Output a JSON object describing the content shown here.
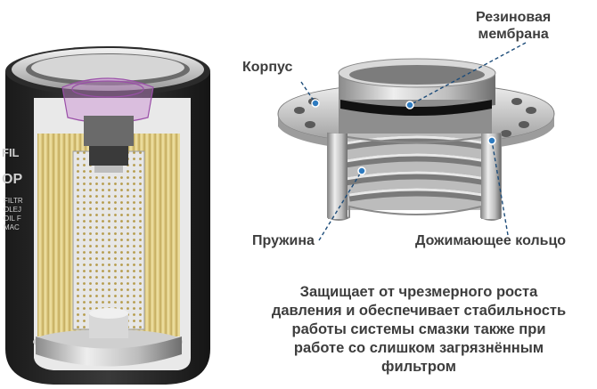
{
  "labels": {
    "membrane_line1": "Резиновая",
    "membrane_line2": "мембрана",
    "housing": "Корпус",
    "spring": "Пружина",
    "pressure_ring": "Дожимающее кольцо"
  },
  "caption": {
    "line1": "Защищает от чрезмерного роста",
    "line2": "давления и обеспечивает стабильность",
    "line3": "работы системы смазки также при",
    "line4": "работе со слишком загрязнённым",
    "line5": "фильтром"
  },
  "filter_label": {
    "brand": "FIL",
    "model": "OP",
    "text1": "FILTR",
    "text2": "OLEJ",
    "text3": "OIL F",
    "text4": "MAC"
  },
  "colors": {
    "leader_line": "#1e4d7a",
    "callout_dot": "#2e7bc0",
    "text": "#3d3d3d",
    "valve_highlight": "#c78ad0",
    "filter_paper": "#e8d898",
    "housing_dark": "#2a2a2a",
    "metal_light": "#d9d9d9"
  }
}
